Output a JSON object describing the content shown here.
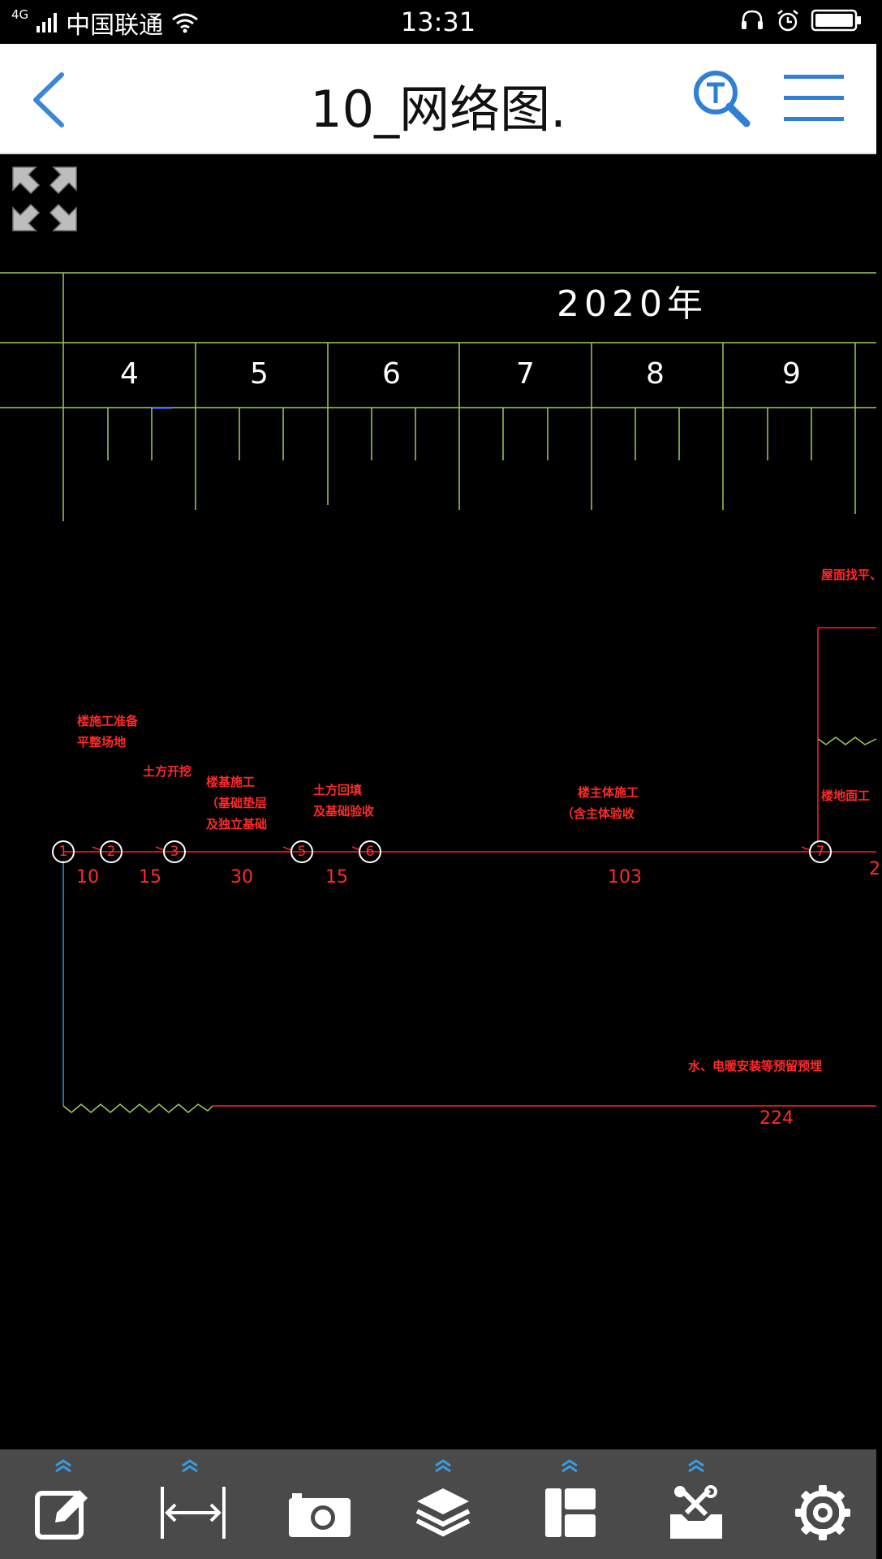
{
  "status_bar": {
    "network": "4G",
    "carrier": "中国联通",
    "time": "13:31"
  },
  "app_bar": {
    "title": "10_网络图."
  },
  "drawing": {
    "year_label": "2020年",
    "months": [
      "4",
      "5",
      "6",
      "7",
      "8",
      "9"
    ],
    "nodes": [
      "1",
      "2",
      "3",
      "5",
      "6",
      "7"
    ],
    "activities": [
      {
        "lines": [
          "楼施工准备",
          "平整场地"
        ],
        "duration": "10"
      },
      {
        "lines": [
          "土方开挖"
        ],
        "duration": "15"
      },
      {
        "lines": [
          "楼基施工",
          "（基础垫层",
          "及独立基础"
        ],
        "duration": "30"
      },
      {
        "lines": [
          "土方回填",
          "及基础验收"
        ],
        "duration": "15"
      },
      {
        "lines": [
          "楼主体施工",
          "（含主体验收"
        ],
        "duration": "103"
      },
      {
        "lines": [
          "屋面找平、"
        ],
        "duration": ""
      },
      {
        "lines": [
          "楼地面工"
        ],
        "duration": "2"
      },
      {
        "lines": [
          "水、电暖安装等预留预埋"
        ],
        "duration": "224"
      }
    ],
    "colors": {
      "grid": "#9acd5a",
      "activity": "#ff2020",
      "node_outline": "#ffffff",
      "dependency": "#3a8fd8"
    }
  },
  "toolbar": {
    "items": [
      {
        "name": "edit",
        "icon": "edit-icon"
      },
      {
        "name": "measure",
        "icon": "measure-icon"
      },
      {
        "name": "camera",
        "icon": "camera-icon"
      },
      {
        "name": "layers",
        "icon": "layers-icon"
      },
      {
        "name": "layout",
        "icon": "layout-icon"
      },
      {
        "name": "tools",
        "icon": "tools-icon"
      },
      {
        "name": "settings",
        "icon": "gear-icon"
      }
    ],
    "colors": {
      "background": "#4a4a4a",
      "icon": "#ffffff",
      "chevron": "#3a9be0"
    }
  }
}
